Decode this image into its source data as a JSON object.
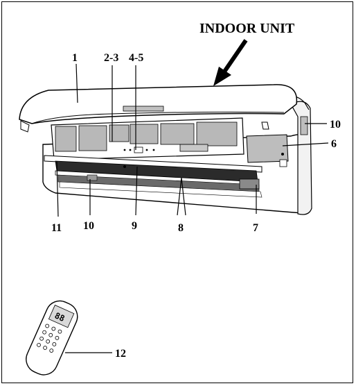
{
  "title": "INDOOR UNIT",
  "labels": {
    "l1": "1",
    "l2_3": "2-3",
    "l4_5": "4-5",
    "l6": "6",
    "l7": "7",
    "l8": "8",
    "l9": "9",
    "l10_right": "10",
    "l10_bottom": "10",
    "l11": "11",
    "l12": "12"
  },
  "remote_display": "88"
}
